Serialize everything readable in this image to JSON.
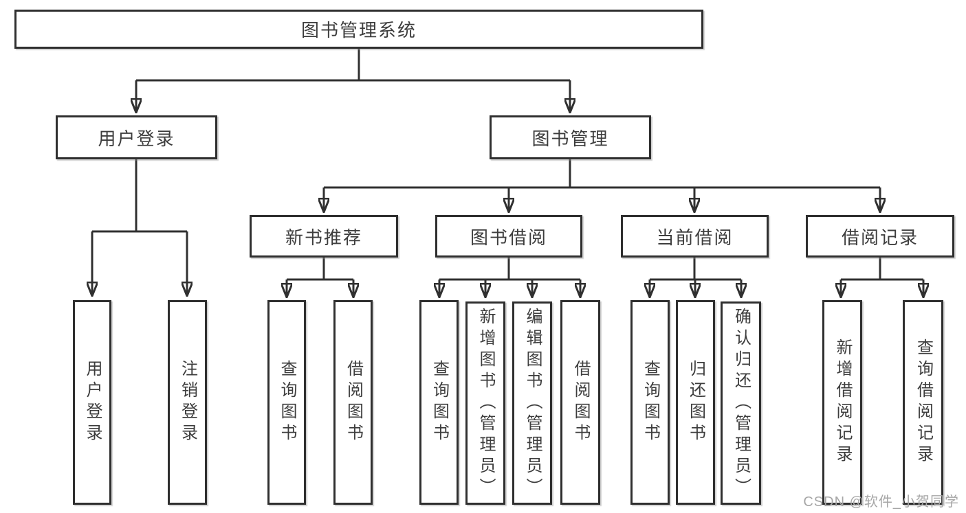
{
  "diagram": {
    "root": {
      "label": "图书管理系统"
    },
    "level2": [
      {
        "label": "用户登录"
      },
      {
        "label": "图书管理"
      }
    ],
    "level3": [
      {
        "label": "新书推荐",
        "parent": "图书管理"
      },
      {
        "label": "图书借阅",
        "parent": "图书管理"
      },
      {
        "label": "当前借阅",
        "parent": "图书管理"
      },
      {
        "label": "借阅记录",
        "parent": "图书管理"
      }
    ],
    "leaves": [
      {
        "label": "用户登录",
        "parent": "用户登录"
      },
      {
        "label": "注销登录",
        "parent": "用户登录"
      },
      {
        "label": "查询图书",
        "parent": "新书推荐"
      },
      {
        "label": "借阅图书",
        "parent": "新书推荐"
      },
      {
        "label": "查询图书",
        "parent": "图书借阅"
      },
      {
        "label": "新增图书（管理员）",
        "parent": "图书借阅"
      },
      {
        "label": "编辑图书（管理员）",
        "parent": "图书借阅"
      },
      {
        "label": "借阅图书",
        "parent": "图书借阅"
      },
      {
        "label": "查询图书",
        "parent": "当前借阅"
      },
      {
        "label": "归还图书",
        "parent": "当前借阅"
      },
      {
        "label": "确认归还（管理员）",
        "parent": "当前借阅"
      },
      {
        "label": "新增借阅记录",
        "parent": "借阅记录"
      },
      {
        "label": "查询借阅记录",
        "parent": "借阅记录"
      }
    ],
    "watermark": {
      "label": "CSDN @软件_小贺同学",
      "color": "#a6a6a6"
    },
    "colors": {
      "line": "#303030",
      "box_border": "#2f2f2f",
      "box_fill": "#ffffff",
      "text": "#3d3d3d",
      "background": "#ffffff"
    }
  }
}
